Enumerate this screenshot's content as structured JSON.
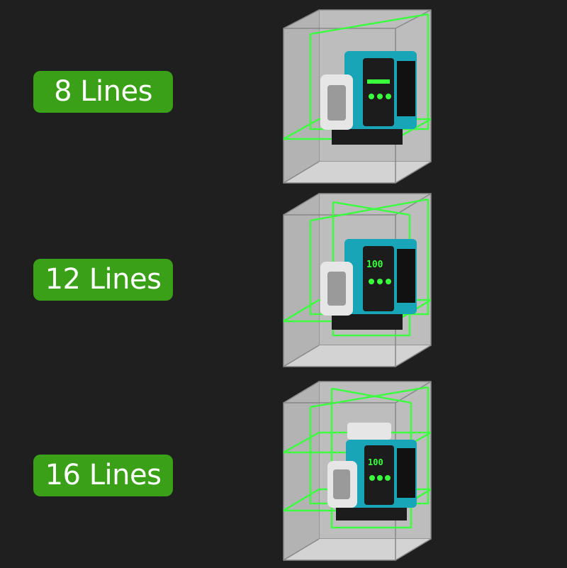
{
  "colors": {
    "background": "#1f1f1f",
    "badge": "#3aa017",
    "badge_text": "#ffffff",
    "laser": "#39ff3d",
    "box_face": "#c4c4c4",
    "box_edge": "#8a8a8a",
    "device_body": "#18a5b8",
    "device_dark": "#1c1c1c",
    "device_cap": "#e6e6e6"
  },
  "variants": [
    {
      "label": "8 Lines",
      "display": "",
      "line_count": 8
    },
    {
      "label": "12 Lines",
      "display": "100",
      "line_count": 12
    },
    {
      "label": "16 Lines",
      "display": "100",
      "line_count": 16
    }
  ]
}
